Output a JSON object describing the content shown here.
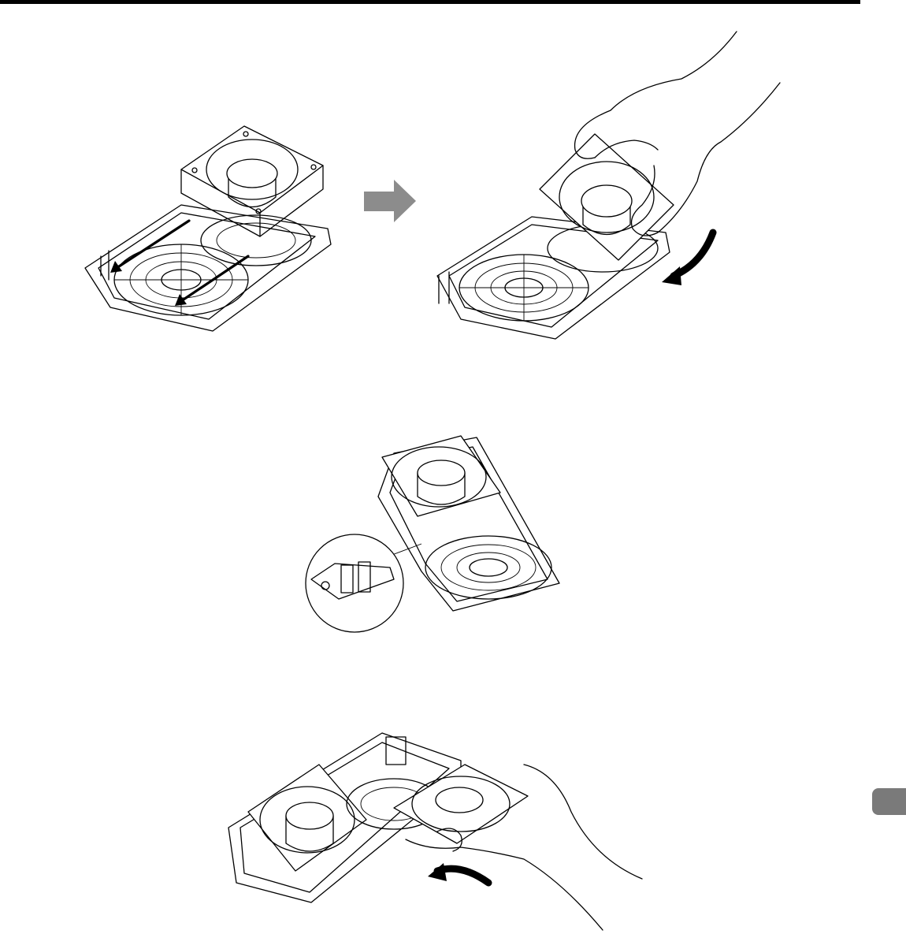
{
  "page": {
    "accent_color": "#7a7a7a",
    "rule_color": "#000000"
  },
  "figures": [
    {
      "id": "fig-remove-fan-tabs",
      "icons": [
        "fan-frame-icon",
        "diagonal-arrow-icon"
      ]
    },
    {
      "id": "fig-lift-fan",
      "icons": [
        "hand-icon",
        "curved-arrow-icon"
      ]
    },
    {
      "id": "fig-hook-detail",
      "icons": [
        "magnifier-detail-icon"
      ]
    },
    {
      "id": "fig-install-fan",
      "icons": [
        "hand-icon",
        "curved-arrow-icon"
      ]
    }
  ],
  "step_arrow": {
    "icon": "step-arrow-icon",
    "color": "#8c8c8c"
  }
}
